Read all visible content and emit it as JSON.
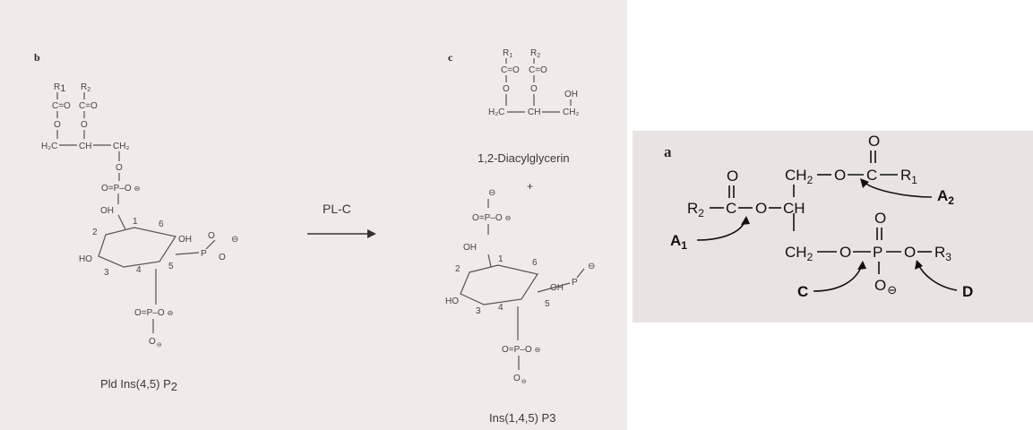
{
  "panel_b": {
    "letter": "b",
    "caption_main": "Pld Ins(4,5) P",
    "caption_sub": "2",
    "atoms": {
      "r1": "R",
      "r1_sub": "1",
      "r2": "R",
      "r2_sub": "2",
      "co1": "C=O",
      "co2": "C=O",
      "o1": "O",
      "o2": "O",
      "h2c": "H₂C",
      "ch": "CH",
      "ch2": "CH₂",
      "o3": "O",
      "p1": "O=P–O",
      "p1_minus": "⊖",
      "oh_top": "OH",
      "oh_right": "OH",
      "ho_left": "HO",
      "n2": "2",
      "n1": "1",
      "n6": "6",
      "n3": "3",
      "n4": "4",
      "n5": "5",
      "p2": "P",
      "p2_minus": "⊖",
      "o4": "O",
      "o5": "O",
      "p3": "O=P–O",
      "p3_minus": "⊖",
      "o6": "O",
      "o6_minus": "⊖"
    }
  },
  "arrow": {
    "label": "PL-C"
  },
  "panel_c": {
    "letter": "c",
    "dag_caption": "1,2-Diacylglycerin",
    "plus": "+",
    "ip3_caption": "Ins(1,4,5) P3",
    "atoms": {
      "r1": "R",
      "r1_sub": "1",
      "r2": "R",
      "r2_sub": "2",
      "co1": "C=O",
      "co2": "C=O",
      "o1": "O",
      "o2": "O",
      "oh": "OH",
      "h2c": "H₂C",
      "ch": "CH",
      "ch2": "CH₂",
      "p1": "O=P–O",
      "p1_minus": "⊖",
      "p1_top_minus": "⊖",
      "oh_top": "OH",
      "oh_right": "OH",
      "ho_left": "HO",
      "n2": "2",
      "n1": "1",
      "n6": "6",
      "n3": "3",
      "n4": "4",
      "n5": "5",
      "p2": "P",
      "p2_minus": "⊖",
      "p3": "O=P–O",
      "p3_minus": "⊖",
      "o6": "O",
      "o6_minus": "⊖"
    }
  },
  "panel_a": {
    "letter": "a",
    "atoms": {
      "ch2_top": "CH",
      "ch2_top_sub": "2",
      "o_top": "O",
      "c_top": "C",
      "r1": "R",
      "r1_sub": "1",
      "o_dbl_top": "O",
      "r2": "R",
      "r2_sub": "2",
      "c_mid": "C",
      "o_mid": "O",
      "ch_mid": "CH",
      "o_dbl_mid": "O",
      "ch2_bot": "CH",
      "ch2_bot_sub": "2",
      "o_bot": "O",
      "p": "P",
      "o_r3": "O",
      "r3": "R",
      "r3_sub": "3",
      "o_dbl_p": "O",
      "o_minus": "O",
      "minus": "⊖"
    },
    "labels": {
      "a1": "A",
      "a1_sub": "1",
      "a2": "A",
      "a2_sub": "2",
      "c": "C",
      "d": "D"
    }
  }
}
